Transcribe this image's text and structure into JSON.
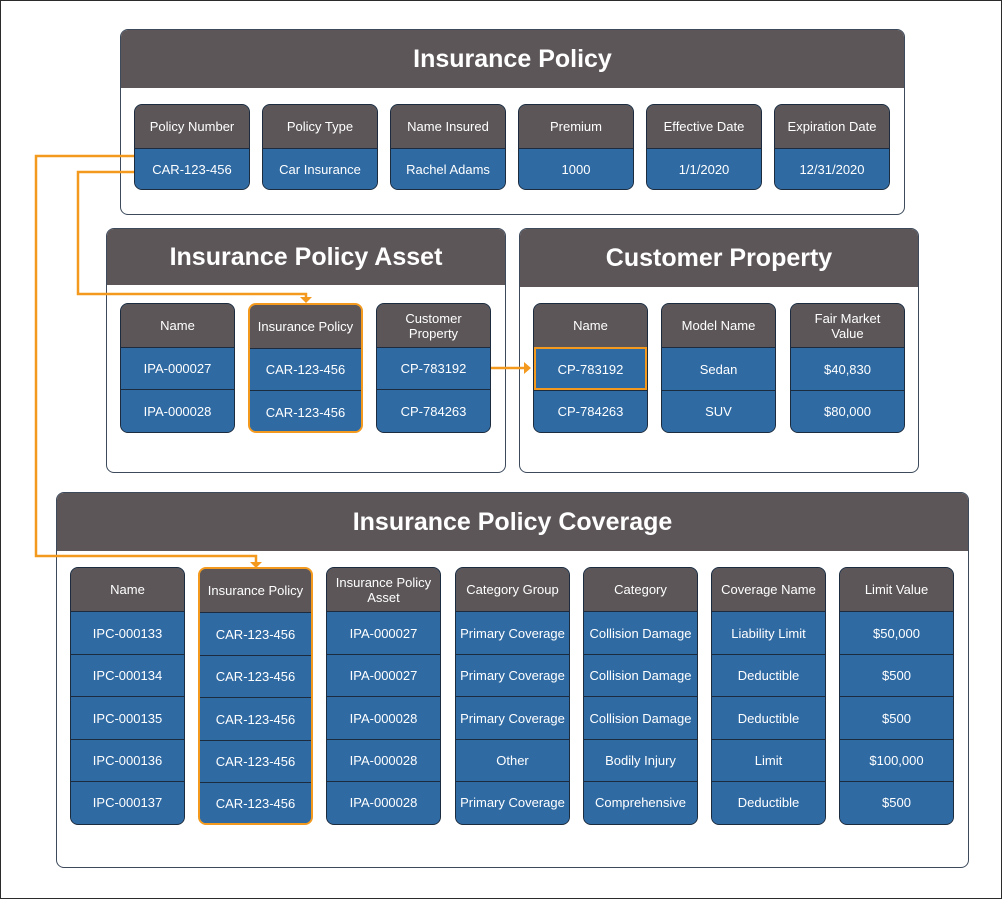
{
  "policy": {
    "title": "Insurance Policy",
    "columns": [
      {
        "header": "Policy Number",
        "value": "CAR-123-456"
      },
      {
        "header": "Policy Type",
        "value": "Car Insurance"
      },
      {
        "header": "Name Insured",
        "value": "Rachel Adams"
      },
      {
        "header": "Premium",
        "value": "1000"
      },
      {
        "header": "Effective Date",
        "value": "1/1/2020"
      },
      {
        "header": "Expiration Date",
        "value": "12/31/2020"
      }
    ]
  },
  "asset": {
    "title": "Insurance Policy Asset",
    "columns": [
      {
        "header": "Name",
        "values": [
          "IPA-000027",
          "IPA-000028"
        ]
      },
      {
        "header": "Insurance Policy",
        "values": [
          "CAR-123-456",
          "CAR-123-456"
        ]
      },
      {
        "header": "Customer Property",
        "values": [
          "CP-783192",
          "CP-784263"
        ]
      }
    ]
  },
  "property": {
    "title": "Customer Property",
    "columns": [
      {
        "header": "Name",
        "values": [
          "CP-783192",
          "CP-784263"
        ]
      },
      {
        "header": "Model Name",
        "values": [
          "Sedan",
          "SUV"
        ]
      },
      {
        "header": "Fair Market Value",
        "values": [
          "$40,830",
          "$80,000"
        ]
      }
    ]
  },
  "coverage": {
    "title": "Insurance Policy Coverage",
    "columns": [
      {
        "header": "Name",
        "values": [
          "IPC-000133",
          "IPC-000134",
          "IPC-000135",
          "IPC-000136",
          "IPC-000137"
        ]
      },
      {
        "header": "Insurance Policy",
        "values": [
          "CAR-123-456",
          "CAR-123-456",
          "CAR-123-456",
          "CAR-123-456",
          "CAR-123-456"
        ]
      },
      {
        "header": "Insurance Policy Asset",
        "values": [
          "IPA-000027",
          "IPA-000027",
          "IPA-000028",
          "IPA-000028",
          "IPA-000028"
        ]
      },
      {
        "header": "Category Group",
        "values": [
          "Primary Coverage",
          "Primary Coverage",
          "Primary Coverage",
          "Other",
          "Primary Coverage"
        ]
      },
      {
        "header": "Category",
        "values": [
          "Collision Damage",
          "Collision Damage",
          "Collision Damage",
          "Bodily Injury",
          "Comprehensive"
        ]
      },
      {
        "header": "Coverage Name",
        "values": [
          "Liability Limit",
          "Deductible",
          "Deductible",
          "Limit",
          "Deductible"
        ]
      },
      {
        "header": "Limit Value",
        "values": [
          "$50,000",
          "$500",
          "$500",
          "$100,000",
          "$500"
        ]
      }
    ]
  },
  "colors": {
    "header_gray": "#5c5658",
    "cell_blue": "#2f6aa3",
    "link_orange": "#f39a1e",
    "border_navy": "#1c2b3e"
  }
}
